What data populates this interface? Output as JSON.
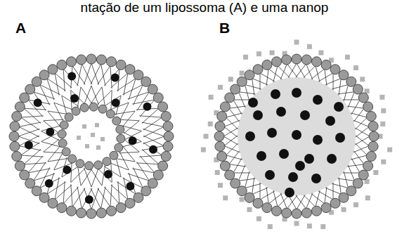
{
  "diagram": {
    "labels": [
      "ntação de um lipossoma (A) e uma nanop",
      "A",
      "B"
    ]
  }
}
